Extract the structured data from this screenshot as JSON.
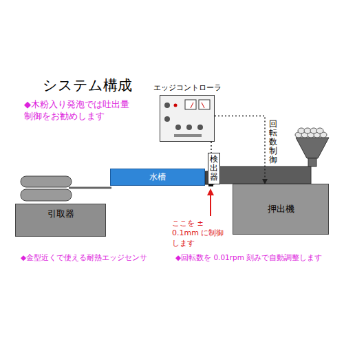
{
  "diagram": {
    "title": "システム構成",
    "nodes": [
      {
        "text": [
          "エッジコントローラ"
        ]
      },
      {
        "text": [
          "検出器"
        ]
      },
      {
        "text": [
          "引取器"
        ]
      },
      {
        "text": [
          "水槽"
        ]
      },
      {
        "text": [
          "押出機"
        ]
      }
    ],
    "edges": [
      {
        "from": 0,
        "to": 1,
        "arrow": "none"
      },
      {
        "from": 0,
        "to": 4,
        "label": "回転数制御",
        "arrow": "to"
      }
    ],
    "labels": [
      "◆木粉入り発泡では吐出量 制御をお勧めします",
      "ここを ± 0.1mm に制御します",
      "◆金型近くで使える耐熱エッジセンサ",
      "◆回転数を 0.01rpm 刻みで自動調整します"
    ]
  }
}
